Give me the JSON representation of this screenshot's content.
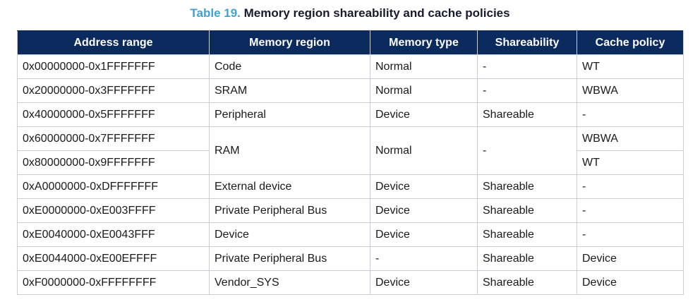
{
  "caption": {
    "number": "Table 19.",
    "title": "Memory region shareability and cache policies"
  },
  "headers": [
    "Address range",
    "Memory region",
    "Memory type",
    "Shareability",
    "Cache policy"
  ],
  "rows": [
    [
      "0x00000000-0x1FFFFFFF",
      "Code",
      "Normal",
      "-",
      "WT"
    ],
    [
      "0x20000000-0x3FFFFFFF",
      "SRAM",
      "Normal",
      "-",
      "WBWA"
    ],
    [
      "0x40000000-0x5FFFFFFF",
      "Peripheral",
      "Device",
      "Shareable",
      "-"
    ],
    [
      "0x60000000-0x7FFFFFFF",
      "RAM",
      "Normal",
      "-",
      "WBWA"
    ],
    [
      "0x80000000-0x9FFFFFFF",
      "",
      "",
      "",
      "WT"
    ],
    [
      "0xA0000000-0xDFFFFFFF",
      "External device",
      "Device",
      "Shareable",
      "-"
    ],
    [
      "0xE0000000-0xE003FFFF",
      "Private Peripheral Bus",
      "Device",
      "Shareable",
      "-"
    ],
    [
      "0xE0040000-0xE0043FFF",
      "Device",
      "Device",
      "Shareable",
      "-"
    ],
    [
      "0xE0044000-0xE00EFFFF",
      "Private Peripheral Bus",
      "-",
      "Shareable",
      "Device"
    ],
    [
      "0xF0000000-0xFFFFFFFF",
      "Vendor_SYS",
      "Device",
      "Shareable",
      "Device"
    ]
  ]
}
